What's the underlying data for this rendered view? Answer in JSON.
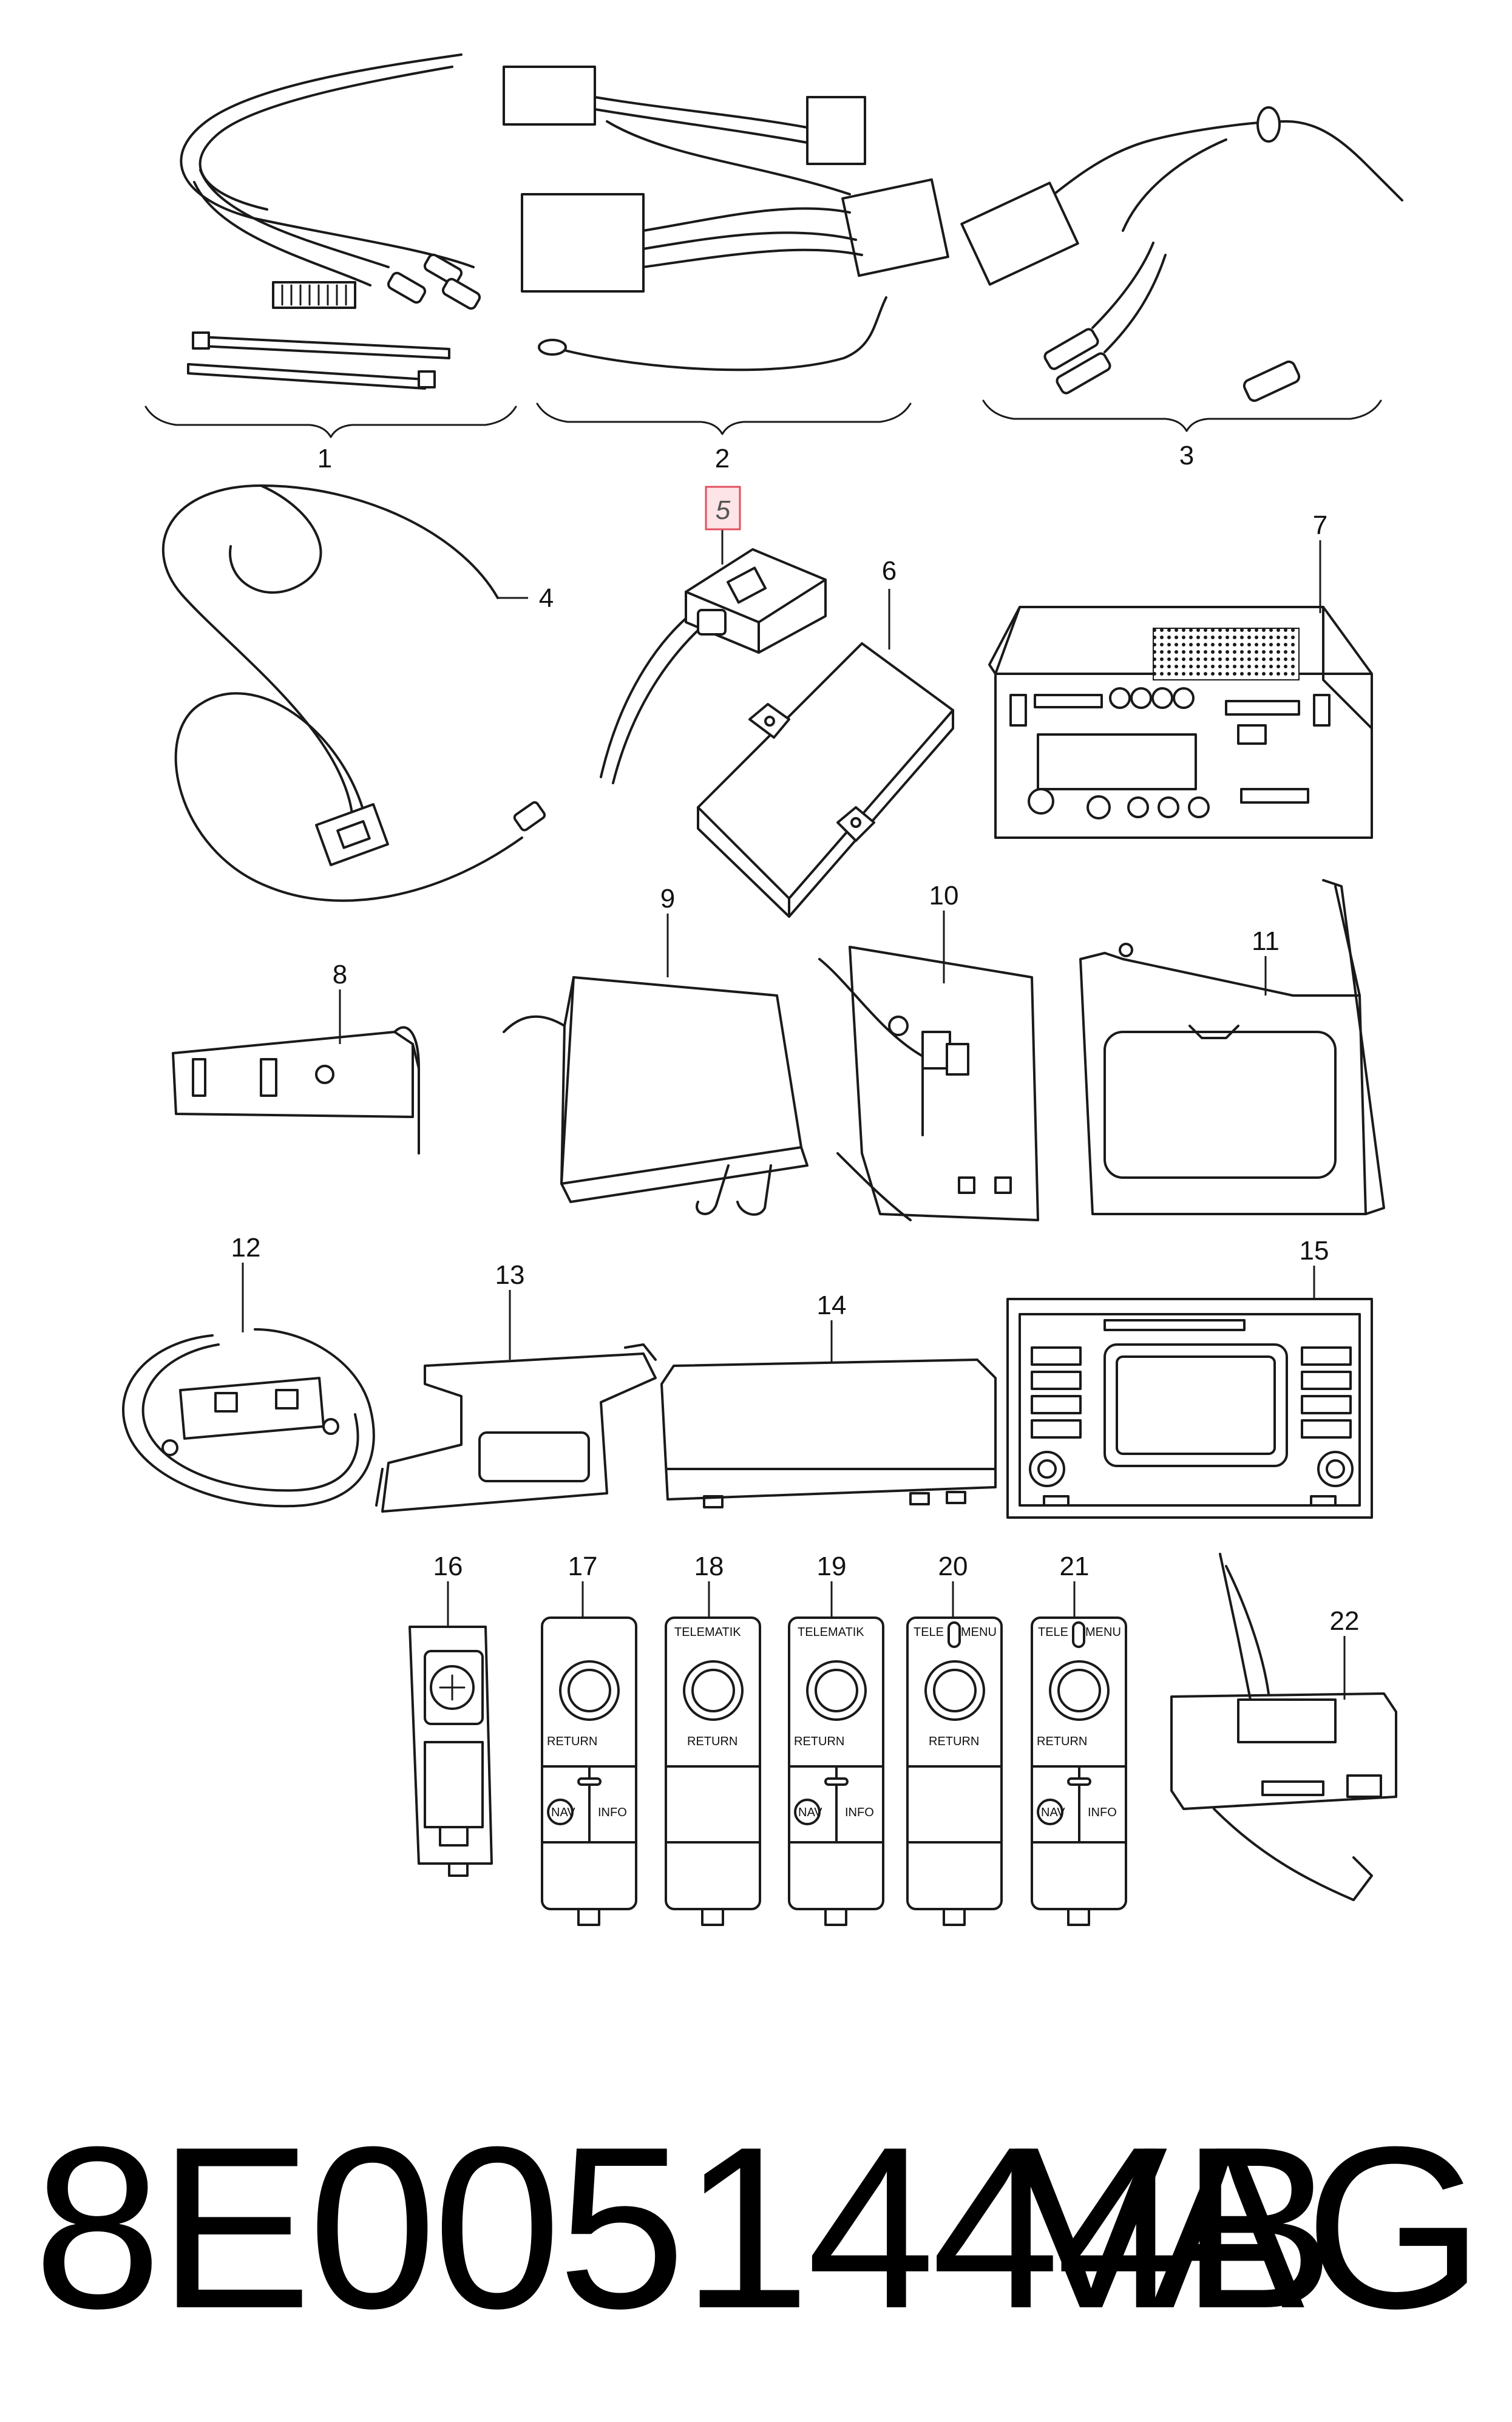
{
  "callouts": {
    "c1": "1",
    "c2": "2",
    "c3": "3",
    "c4": "4",
    "c5": "5",
    "c6": "6",
    "c7": "7",
    "c8": "8",
    "c9": "9",
    "c10": "10",
    "c11": "11",
    "c12": "12",
    "c13": "13",
    "c14": "14",
    "c15": "15",
    "c16": "16",
    "c17": "17",
    "c18": "18",
    "c19": "19",
    "c20": "20",
    "c21": "21",
    "c22": "22"
  },
  "highlighted_callout": "5",
  "highlight_color": "#e2505f",
  "control_labels": {
    "telematik": "TELEMATIK",
    "return": "RETURN",
    "nav": "NAV",
    "info": "INFO",
    "tele": "TELE",
    "menu": "MENU"
  },
  "footer": {
    "part_number": "8E0051444B",
    "brand": "VAG"
  }
}
